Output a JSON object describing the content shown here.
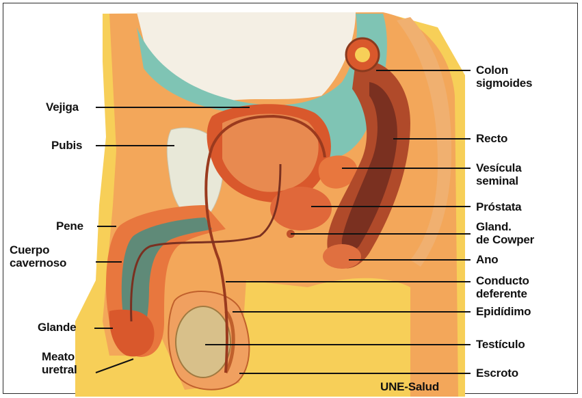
{
  "labels": {
    "vejiga": "Vejiga",
    "pubis": "Pubis",
    "pene": "Pene",
    "cuerpo_cavernoso": "Cuerpo\ncavernoso",
    "glande": "Glande",
    "meato_uretral": "Meato\nuretral",
    "colon_sigmoides": "Colon\nsigmoides",
    "recto": "Recto",
    "vesicula_seminal": "Vesícula\nseminal",
    "prostata": "Próstata",
    "gland_cowper": "Gland.\nde Cowper",
    "ano": "Ano",
    "conducto_deferente": "Conducto\ndeferente",
    "epididimo": "Epidídimo",
    "testiculo": "Testículo",
    "escroto": "Escroto"
  },
  "credit": "UNE-Salud",
  "colors": {
    "skin": "#f2a05a",
    "fat": "#f7cf58",
    "muscle": "#d9582c",
    "peritoneum": "#7fc4b4",
    "bone": "#e8e8d8",
    "leader": "#111111"
  }
}
